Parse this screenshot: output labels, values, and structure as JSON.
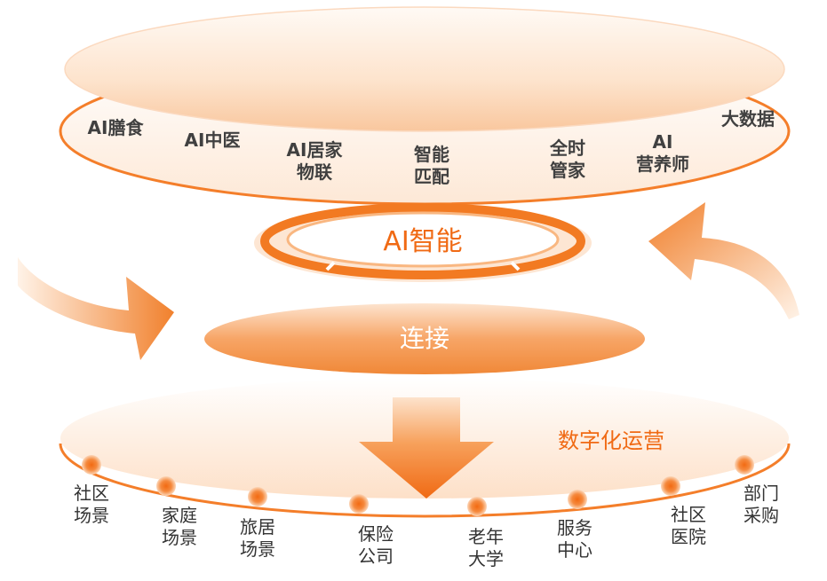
{
  "top_ring": {
    "labels": [
      "AI膳食",
      "AI中医",
      "AI居家\n物联",
      "智能\n匹配",
      "全时\n管家",
      "AI\n营养师",
      "大数据"
    ]
  },
  "center_ring": {
    "title": "AI智能"
  },
  "middle_disc": {
    "title": "连接"
  },
  "bottom_ring": {
    "title": "数字化运营",
    "labels": [
      "社区\n场景",
      "家庭\n场景",
      "旅居\n场景",
      "保险\n公司",
      "老年\n大学",
      "服务\n中心",
      "社区\n医院",
      "部门\n采购"
    ]
  },
  "colors": {
    "accent": "#f06a14",
    "light_accent": "#fbd0ae",
    "text_dark": "#404040"
  }
}
